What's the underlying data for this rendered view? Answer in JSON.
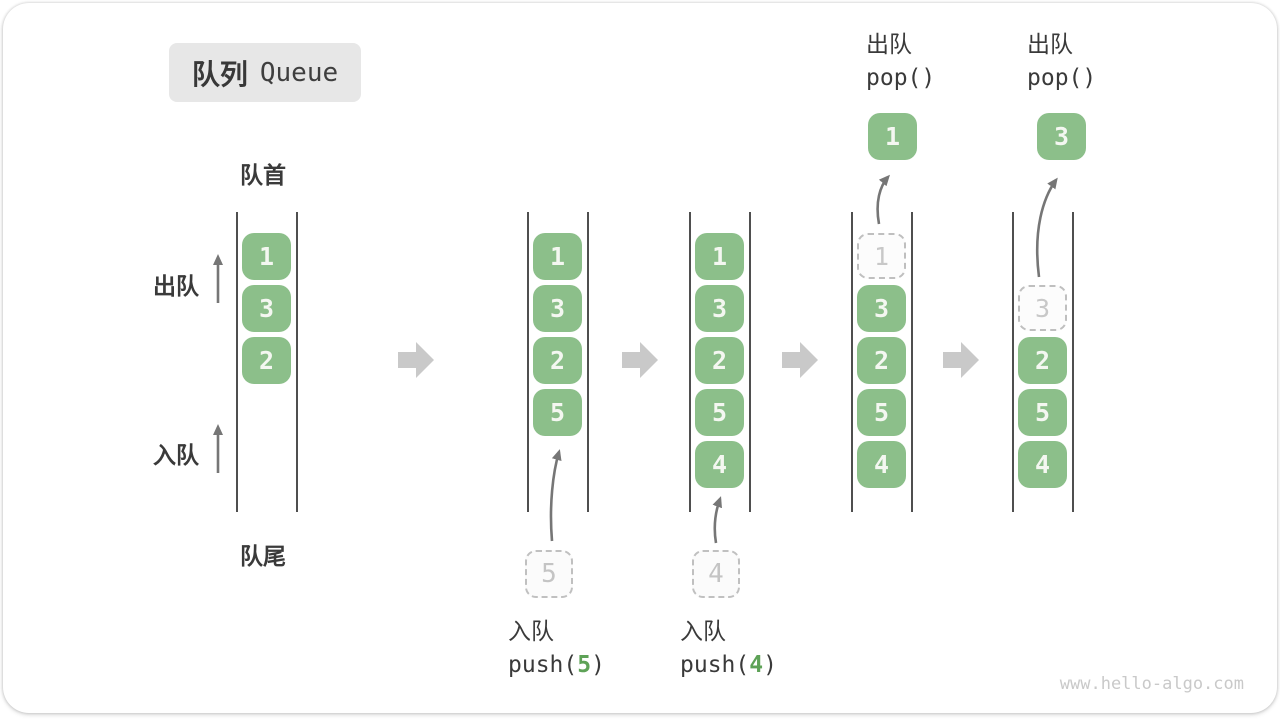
{
  "title": {
    "zh": "队列",
    "en": "Queue"
  },
  "side_labels": {
    "front": "队首",
    "rear": "队尾",
    "dequeue": "出队",
    "enqueue": "入队"
  },
  "states": [
    {
      "items": [
        "1",
        "3",
        "2"
      ]
    },
    {
      "items": [
        "1",
        "3",
        "2",
        "5"
      ],
      "incoming": "5",
      "op": {
        "zh": "入队",
        "fn_open": "push(",
        "arg": "5",
        "fn_close": ")"
      }
    },
    {
      "items": [
        "1",
        "3",
        "2",
        "5",
        "4"
      ],
      "incoming": "4",
      "op": {
        "zh": "入队",
        "fn_open": "push(",
        "arg": "4",
        "fn_close": ")"
      }
    },
    {
      "items": [
        "3",
        "2",
        "5",
        "4"
      ],
      "ghost": "1",
      "outgoing": "1",
      "op": {
        "zh": "出队",
        "fn": "pop()"
      }
    },
    {
      "items": [
        "2",
        "5",
        "4"
      ],
      "ghost": "3",
      "outgoing": "3",
      "op": {
        "zh": "出队",
        "fn": "pop()"
      }
    }
  ],
  "watermark": "www.hello-algo.com",
  "colors": {
    "item_green": "#8cbf8a",
    "item_text": "#f4f7f1",
    "arg_green": "#5ea257",
    "block_arrow_gray": "#c9c9c9",
    "thin_arrow_gray": "#767676",
    "rail_gray": "#4f4f4f",
    "dashed_gray": "#c0c0c0",
    "label_dark": "#3a3a3a",
    "title_bg": "#e7e7e7",
    "watermark_gray": "#c9c9c9"
  }
}
